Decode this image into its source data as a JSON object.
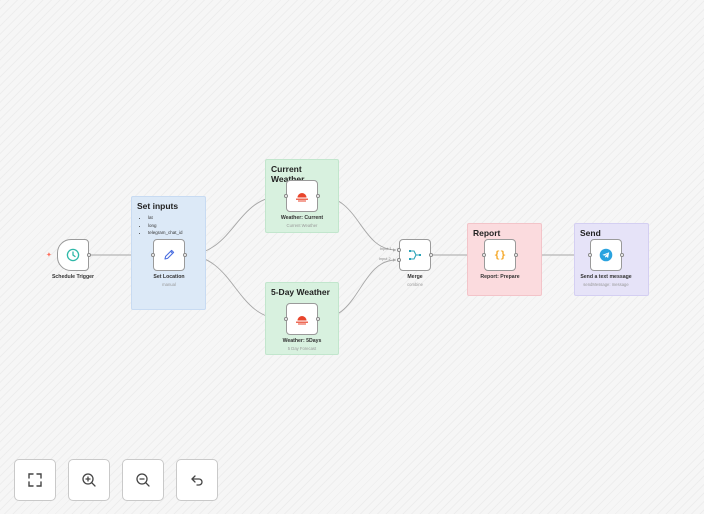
{
  "stickies": {
    "set_inputs": {
      "title": "Set inputs",
      "items": [
        "lat",
        "long",
        "telegram_chat_id"
      ]
    },
    "current_weather": {
      "title": "Current Weather"
    },
    "five_day": {
      "title": "5-Day Weather"
    },
    "report": {
      "title": "Report"
    },
    "send": {
      "title": "Send"
    }
  },
  "nodes": {
    "schedule_trigger": {
      "name": "Schedule Trigger",
      "icon": "clock-icon"
    },
    "set_location": {
      "name": "Set Location",
      "subtitle": "manual",
      "icon": "pencil-icon"
    },
    "weather_current": {
      "name": "Weather: Current",
      "subtitle": "Current Weather",
      "icon": "weather-icon"
    },
    "weather_5days": {
      "name": "Weather: 5Days",
      "subtitle": "5 Day Forecast",
      "icon": "weather-icon"
    },
    "merge": {
      "name": "Merge",
      "subtitle": "combine",
      "icon": "merge-icon",
      "input1": "Input 1",
      "input2": "Input 2"
    },
    "report_prepare": {
      "name": "Report: Prepare",
      "icon": "code-braces-icon"
    },
    "send_message": {
      "name": "Send a text message",
      "subtitle": "sendMessage: message",
      "icon": "telegram-icon"
    }
  },
  "colors": {
    "accent": "#ff6d5a",
    "sticky_blue": "#dce9f7",
    "sticky_green": "#d8f1df",
    "sticky_red": "#fbdbde",
    "sticky_purple": "#e6e3f8",
    "trigger_teal": "#2fb8a8",
    "set_blue": "#4a6ee0",
    "telegram_blue": "#2aa3df",
    "code_orange": "#f5a623"
  },
  "controls": [
    {
      "name": "fit-view-button",
      "icon": "expand-icon"
    },
    {
      "name": "zoom-in-button",
      "icon": "zoom-in-icon"
    },
    {
      "name": "zoom-out-button",
      "icon": "zoom-out-icon"
    },
    {
      "name": "reset-zoom-button",
      "icon": "undo-icon"
    }
  ]
}
